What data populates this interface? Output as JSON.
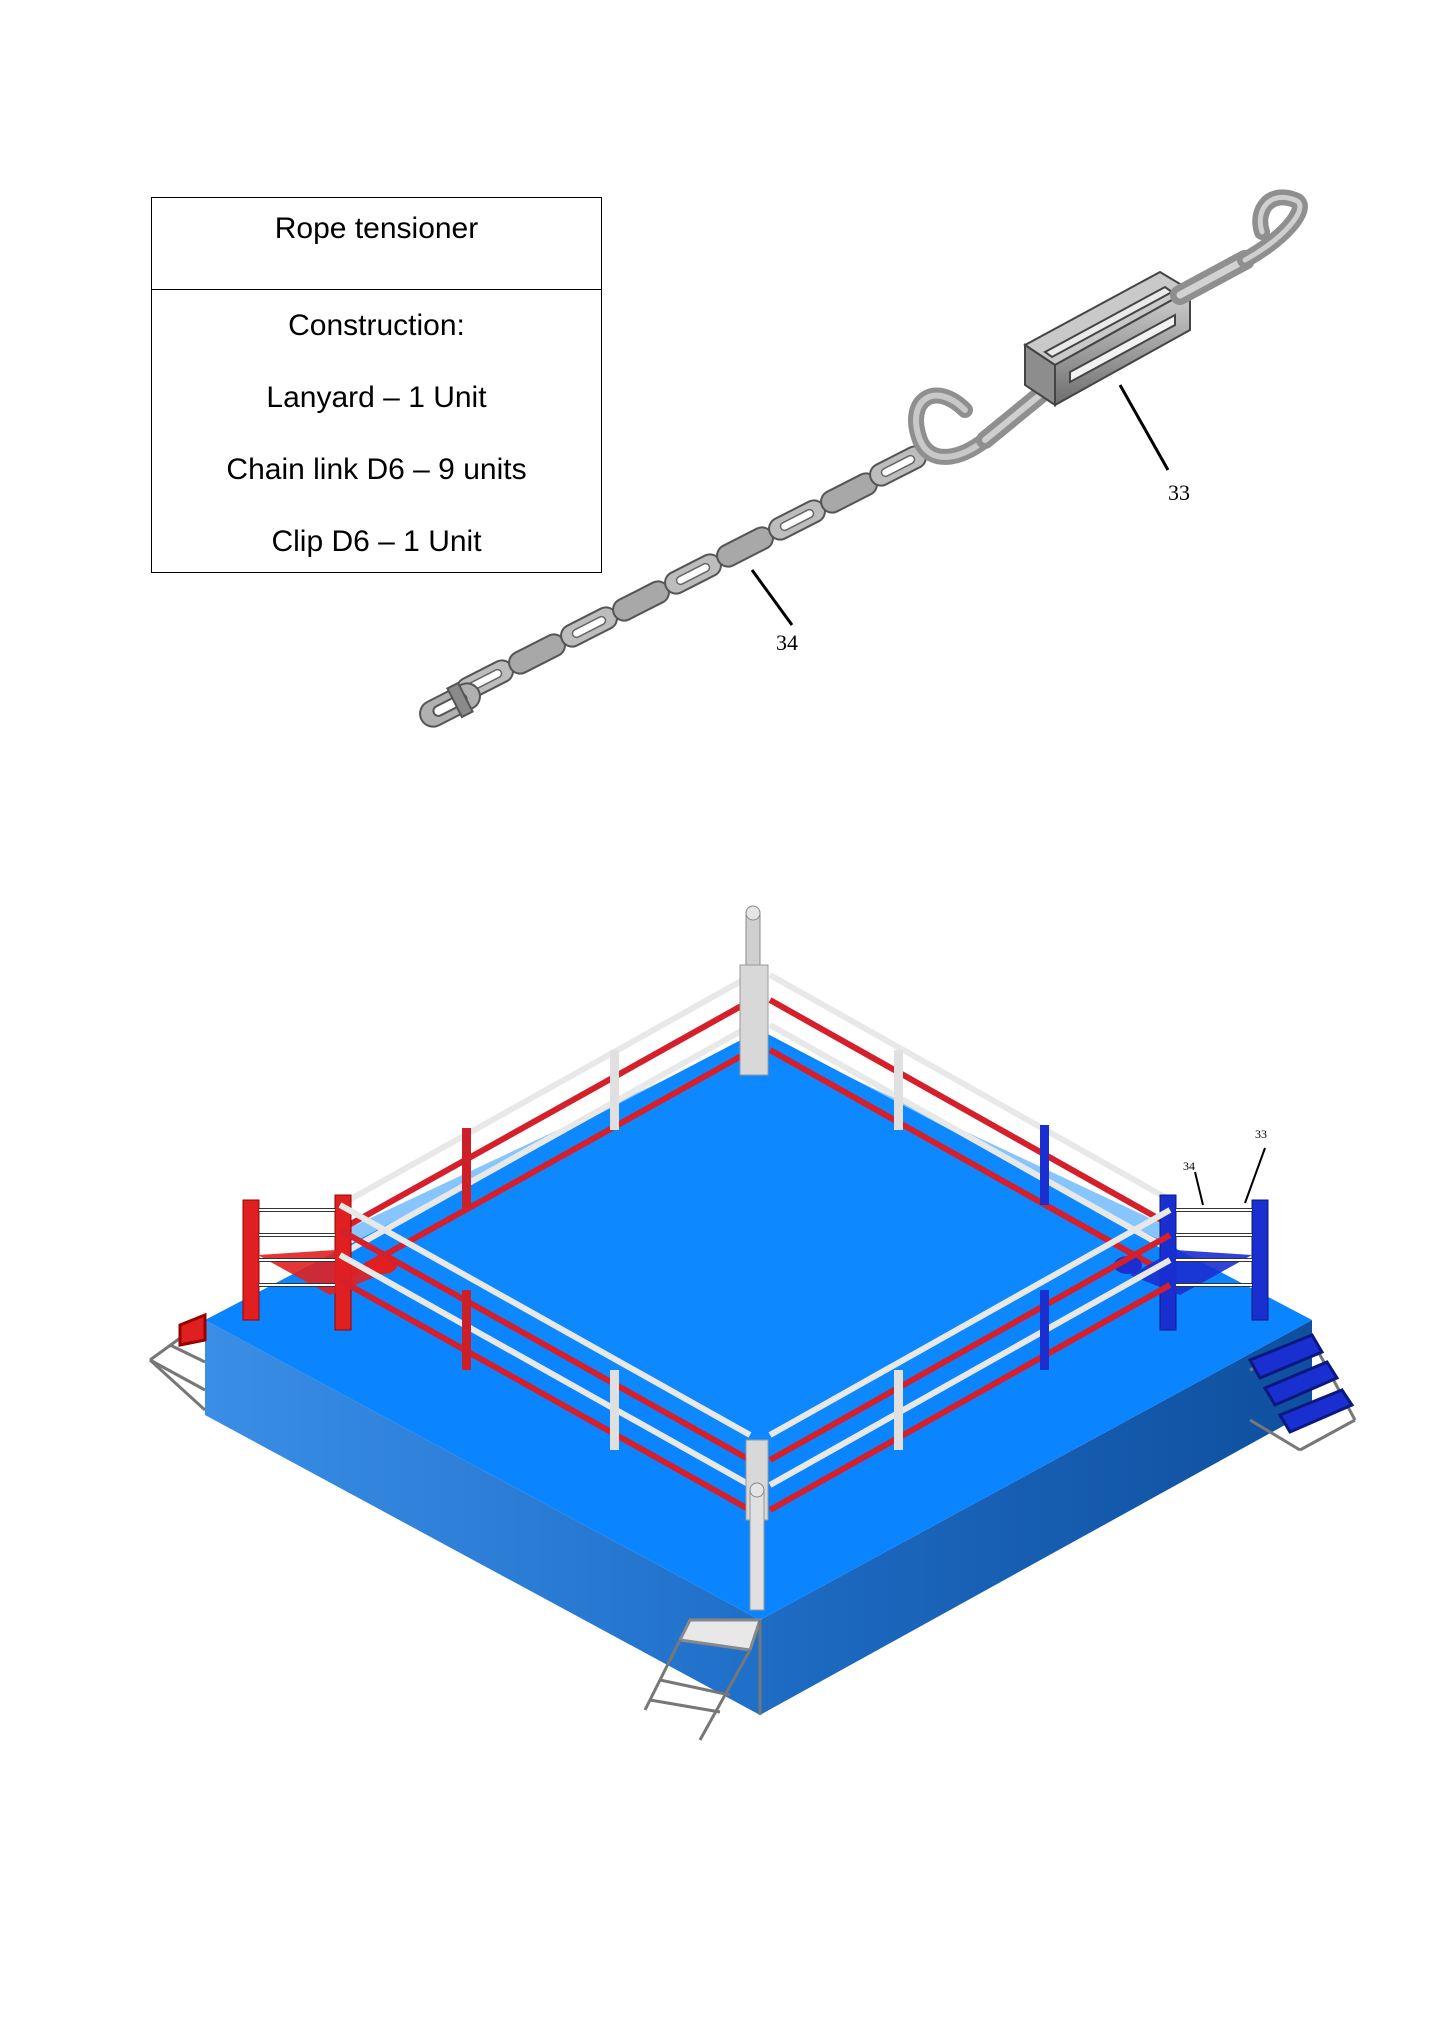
{
  "spec_table": {
    "title": "Rope tensioner",
    "lines": [
      "Construction:",
      "Lanyard – 1 Unit",
      "Chain link D6 – 9 units",
      "Clip D6 – 1 Unit"
    ]
  },
  "callouts": {
    "lanyard": "33",
    "chain": "34",
    "ring_lanyard": "33",
    "ring_chain": "34"
  },
  "colors": {
    "canvas": "#0a84ff",
    "platform_side": "#2a7fd6",
    "red_corner": "#e02020",
    "blue_corner": "#1a2fd0",
    "neutral_post": "#d8d8d8",
    "metal": "#a9a9a9"
  }
}
